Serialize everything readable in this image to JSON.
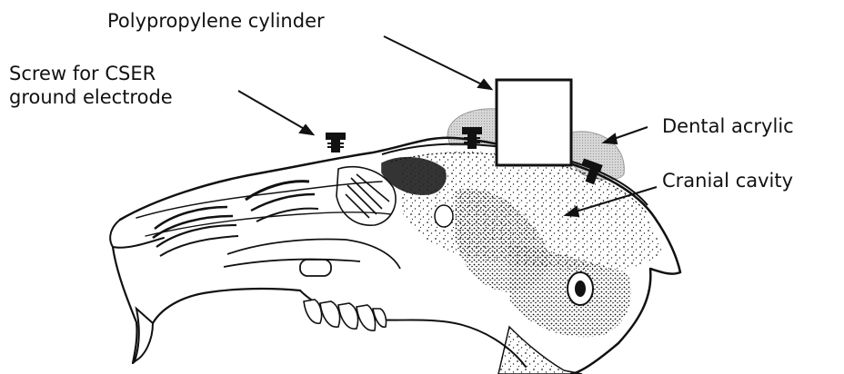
{
  "labels": {
    "cylinder": "Polypropylene cylinder",
    "screw_line1": "Screw for CSER",
    "screw_line2": "ground electrode",
    "acrylic": "Dental acrylic",
    "cavity": "Cranial cavity"
  },
  "colors": {
    "ink": "#111111",
    "acrylic_fill": "#c8c8c8",
    "paper": "#ffffff"
  }
}
